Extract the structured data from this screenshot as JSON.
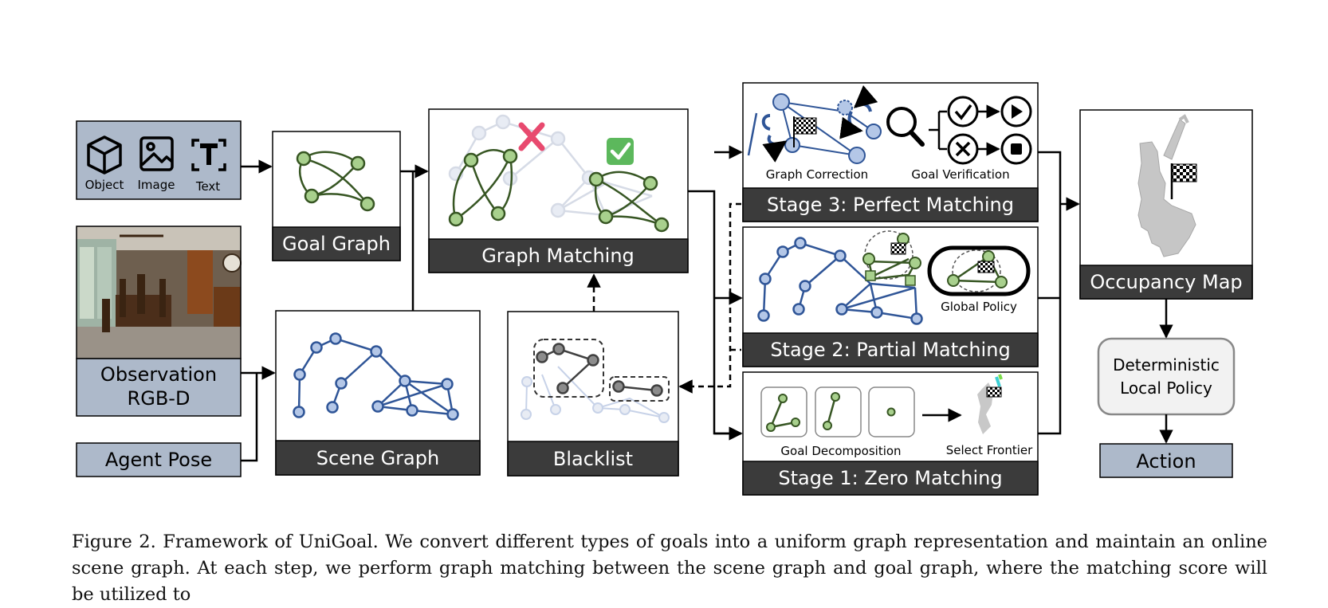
{
  "inputs": {
    "object": "Object",
    "image": "Image",
    "text": "Text",
    "observation_line1": "Observation",
    "observation_line2": "RGB-D",
    "agent_pose": "Agent Pose"
  },
  "modules": {
    "goal_graph": "Goal Graph",
    "scene_graph": "Scene Graph",
    "graph_matching": "Graph Matching",
    "blacklist": "Blacklist",
    "occupancy_map": "Occupancy Map",
    "local_policy_line1": "Deterministic",
    "local_policy_line2": "Local Policy",
    "action": "Action"
  },
  "stages": {
    "stage3": {
      "title": "Stage 3: Perfect Matching",
      "sub1": "Graph Correction",
      "sub2": "Goal Verification"
    },
    "stage2": {
      "title": "Stage 2: Partial Matching",
      "sub1": "Global Policy"
    },
    "stage1": {
      "title": "Stage 1: Zero Matching",
      "sub1": "Goal Decomposition",
      "sub2": "Select Frontier"
    }
  },
  "caption": "Figure 2. Framework of UniGoal. We convert different types of goals into a uniform graph representation and maintain an online scene graph. At each step, we perform graph matching between the scene graph and goal graph, where the matching score will be utilized to",
  "colors": {
    "input_fill": "#adb9ca",
    "dark_label": "#3b3b3b",
    "goal_node": "#a8d08d",
    "goal_edge": "#375623",
    "scene_node": "#b4c7e7",
    "scene_edge": "#2f5597",
    "gray_node": "#7f7f7f",
    "cross": "#e84a6f",
    "check": "#5cb85c"
  },
  "icons": [
    "cube-icon",
    "image-icon",
    "text-icon",
    "cross-icon",
    "check-icon",
    "flag-icon",
    "magnifier-icon",
    "check-circle-icon",
    "x-circle-icon",
    "play-icon",
    "stop-icon"
  ]
}
